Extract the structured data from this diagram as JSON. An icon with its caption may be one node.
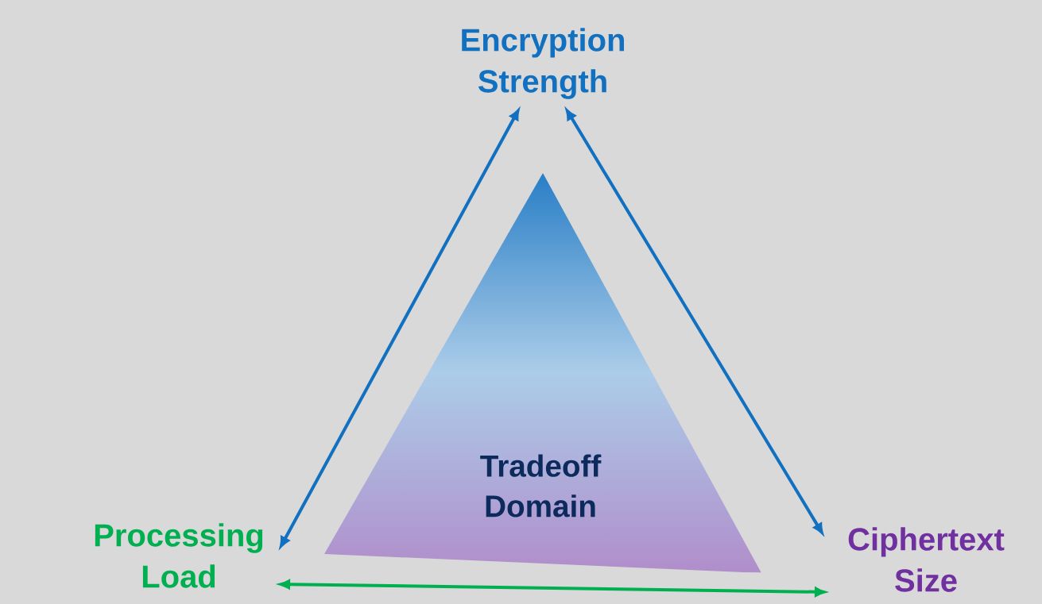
{
  "diagram": {
    "nodes": [
      {
        "text": [
          "Encryption Strength"
        ]
      },
      {
        "text": [
          "Processing Load"
        ]
      },
      {
        "text": [
          "Ciphertext Size"
        ]
      },
      {
        "text": [
          "Tradeoff Domain"
        ]
      }
    ],
    "edges": [
      {
        "from": 0,
        "to": 1,
        "arrow": "both"
      },
      {
        "from": 0,
        "to": 2,
        "arrow": "both"
      },
      {
        "from": 1,
        "to": 2,
        "arrow": "both",
        "color": "#00b050"
      }
    ]
  }
}
